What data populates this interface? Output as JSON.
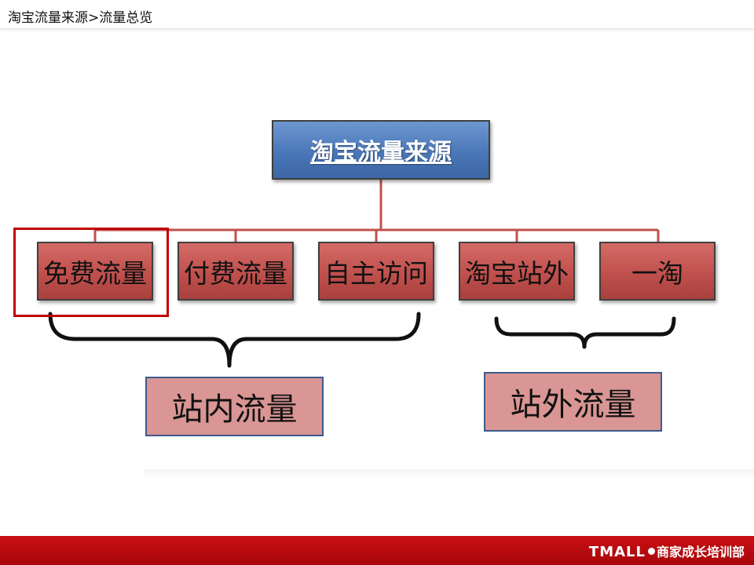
{
  "header": {
    "breadcrumb": "淘宝流量来源>流量总览"
  },
  "diagram": {
    "root": "淘宝流量来源",
    "children": [
      "免费流量",
      "付费流量",
      "自主访问",
      "淘宝站外",
      "一淘"
    ],
    "groups": [
      "站内流量",
      "站外流量"
    ],
    "highlighted_child": "免费流量"
  },
  "colors": {
    "root_fill": "#4f81bd",
    "child_fill": "#c0504d",
    "group_fill": "#d99694",
    "connector": "#c0504d",
    "highlight_border": "#c00000",
    "footer_bar": "#c00000"
  },
  "footer": {
    "brand": "TMALL",
    "org": "商家成长培训部"
  }
}
